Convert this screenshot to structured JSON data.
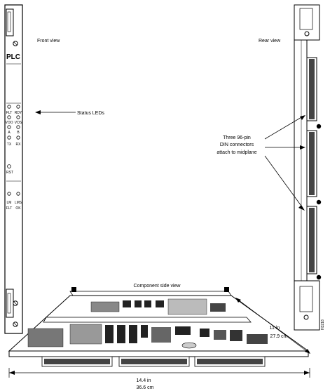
{
  "labels": {
    "front_view": "Front view",
    "rear_view": "Rear view",
    "status_leds": "Status LEDs",
    "din_line1": "Three 96-pin",
    "din_line2": "DIN connectors",
    "din_line3": "attach to midplane",
    "component_side": "Component side view",
    "depth_in": "11 in",
    "depth_cm": "27.9 cm",
    "width_in": "14.4 in",
    "width_cm": "36.6 cm",
    "figure_id": "H3218"
  },
  "faceplate": {
    "name": "PLC",
    "led_row1": [
      "FLT",
      "RDY"
    ],
    "led_row2": [
      "VOO",
      "VOS"
    ],
    "led_row3": [
      "A",
      "B"
    ],
    "led_row4": [
      "TX",
      "RX"
    ],
    "reset": "RST",
    "led_row5": [
      "LM",
      "LMS"
    ],
    "led_row6": [
      "FLT",
      "OK"
    ]
  }
}
